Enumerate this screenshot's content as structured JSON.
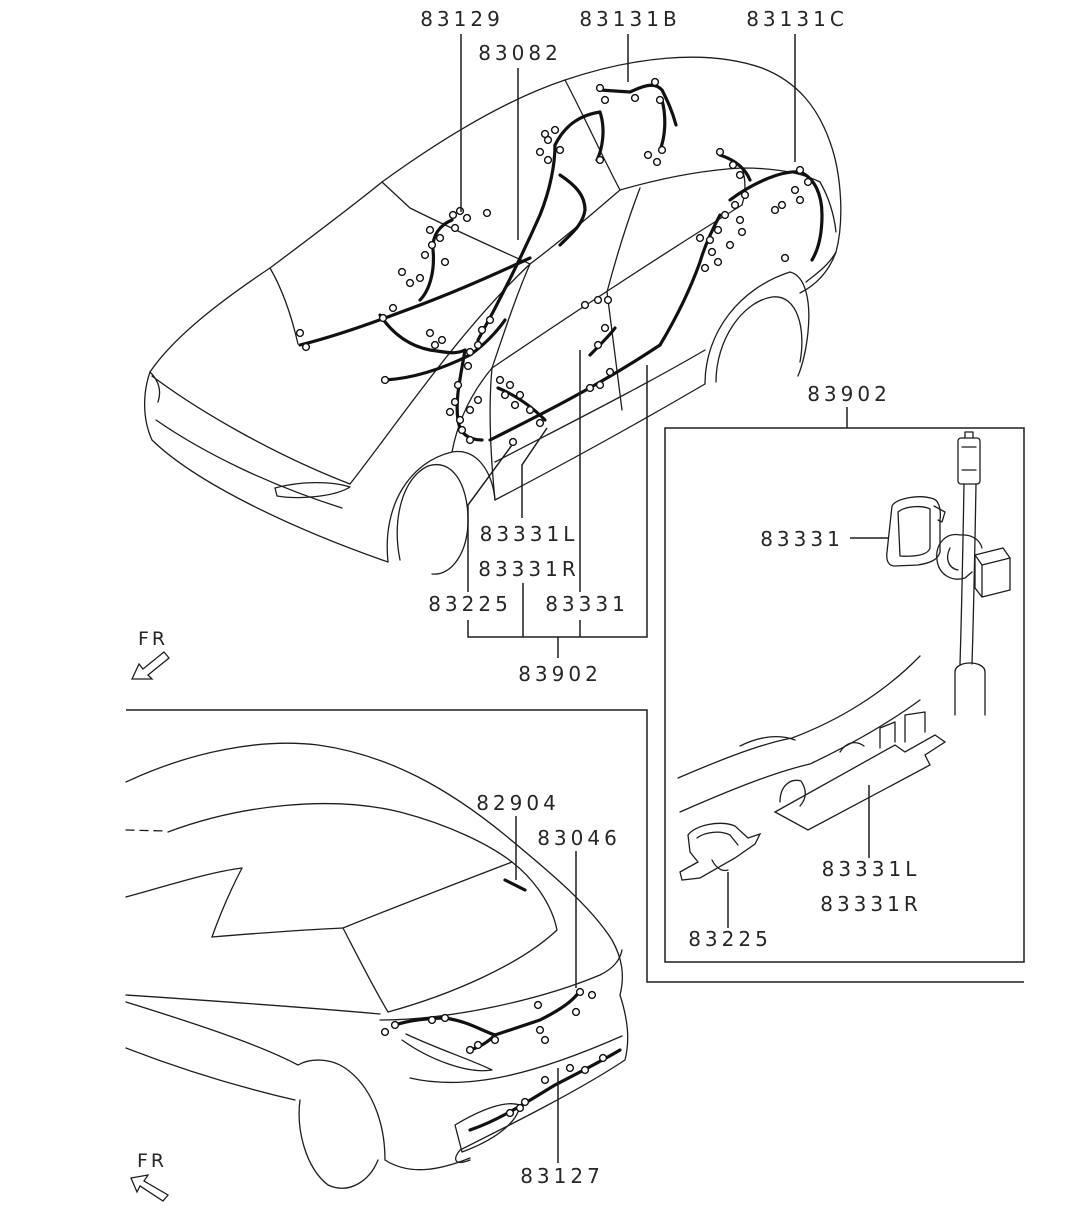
{
  "diagram": {
    "upper_view": {
      "labels": {
        "p83129": "83129",
        "p83131b": "83131B",
        "p83131c": "83131C",
        "p83082": "83082",
        "p83331l": "83331L",
        "p83331r": "83331R",
        "p83225": "83225",
        "p83331": "83331",
        "p83902": "83902"
      },
      "direction": "FR"
    },
    "detail_inset": {
      "title": "83902",
      "labels": {
        "p83331": "83331",
        "p83331l": "83331L",
        "p83331r": "83331R",
        "p83225": "83225"
      }
    },
    "lower_view": {
      "labels": {
        "p82904": "82904",
        "p83046": "83046",
        "p83127": "83127"
      },
      "direction": "FR"
    }
  },
  "colors": {
    "line": "#1e1e1e",
    "harness": "#111111",
    "background": "#ffffff"
  }
}
